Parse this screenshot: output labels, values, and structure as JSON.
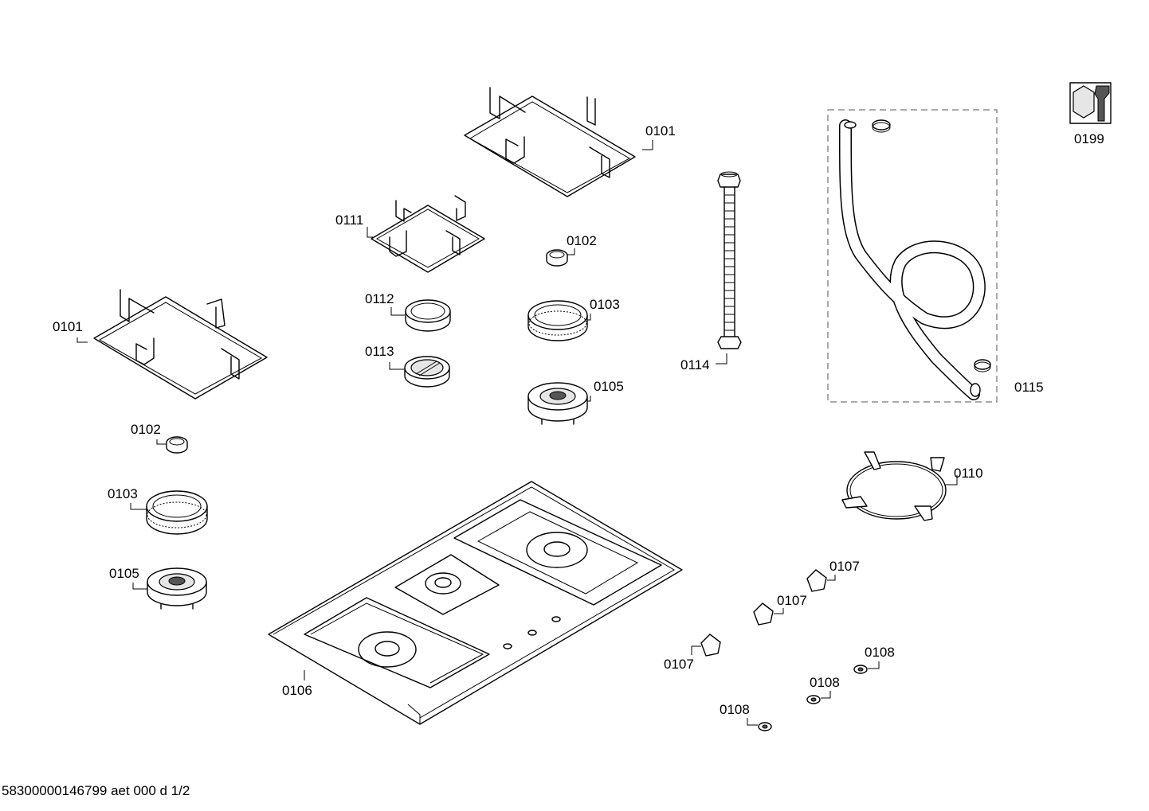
{
  "callouts": [
    {
      "id": "c-0101-top",
      "text": "0101"
    },
    {
      "id": "c-0101-left",
      "text": "0101"
    },
    {
      "id": "c-0111",
      "text": "0111"
    },
    {
      "id": "c-0102-top",
      "text": "0102"
    },
    {
      "id": "c-0102-left",
      "text": "0102"
    },
    {
      "id": "c-0103-top",
      "text": "0103"
    },
    {
      "id": "c-0103-left",
      "text": "0103"
    },
    {
      "id": "c-0112",
      "text": "0112"
    },
    {
      "id": "c-0113",
      "text": "0113"
    },
    {
      "id": "c-0105-top",
      "text": "0105"
    },
    {
      "id": "c-0105-left",
      "text": "0105"
    },
    {
      "id": "c-0114",
      "text": "0114"
    },
    {
      "id": "c-0115",
      "text": "0115"
    },
    {
      "id": "c-0199",
      "text": "0199"
    },
    {
      "id": "c-0110",
      "text": "0110"
    },
    {
      "id": "c-0106",
      "text": "0106"
    },
    {
      "id": "c-0107-a",
      "text": "0107"
    },
    {
      "id": "c-0107-b",
      "text": "0107"
    },
    {
      "id": "c-0107-c",
      "text": "0107"
    },
    {
      "id": "c-0108-a",
      "text": "0108"
    },
    {
      "id": "c-0108-b",
      "text": "0108"
    },
    {
      "id": "c-0108-c",
      "text": "0108"
    }
  ],
  "footer": {
    "text": "58300000146799 aet 000 d 1/2"
  }
}
